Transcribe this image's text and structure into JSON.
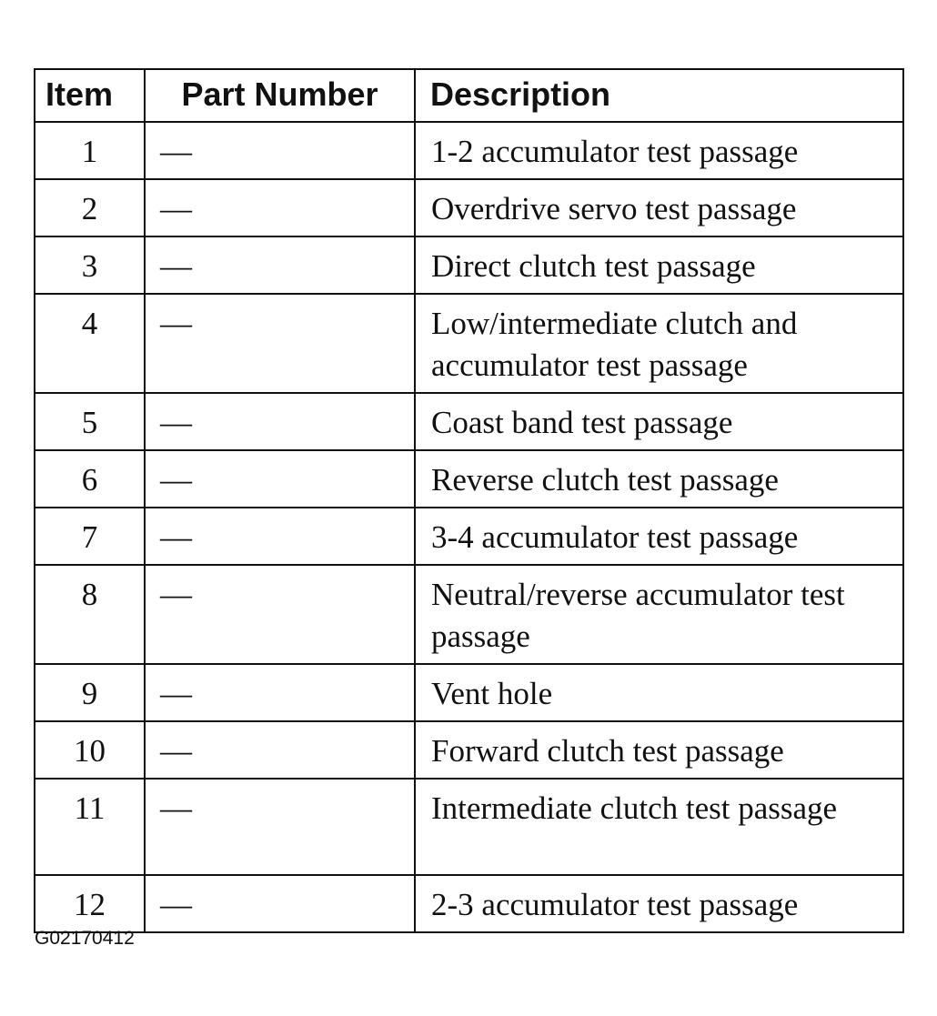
{
  "table": {
    "headers": {
      "item": "Item",
      "part_number": "Part Number",
      "description": "Description"
    },
    "rows": [
      {
        "item": "1",
        "part_number": "—",
        "description": "1-2 accumulator test passage"
      },
      {
        "item": "2",
        "part_number": "—",
        "description": "Overdrive servo test passage"
      },
      {
        "item": "3",
        "part_number": "—",
        "description": "Direct clutch test passage"
      },
      {
        "item": "4",
        "part_number": "—",
        "description": "Low/intermediate clutch and accumulator test passage"
      },
      {
        "item": "5",
        "part_number": "—",
        "description": "Coast band test passage"
      },
      {
        "item": "6",
        "part_number": "—",
        "description": "Reverse clutch test passage"
      },
      {
        "item": "7",
        "part_number": "—",
        "description": "3-4 accumulator test passage"
      },
      {
        "item": "8",
        "part_number": "—",
        "description": "Neutral/reverse accumulator test passage"
      },
      {
        "item": "9",
        "part_number": "—",
        "description": "Vent hole"
      },
      {
        "item": "10",
        "part_number": "—",
        "description": "Forward clutch test passage"
      },
      {
        "item": "11",
        "part_number": "—",
        "description": "Intermediate clutch test passage"
      },
      {
        "item": "12",
        "part_number": "—",
        "description": "2-3 accumulator test passage"
      }
    ]
  },
  "figure_id": "G02170412"
}
